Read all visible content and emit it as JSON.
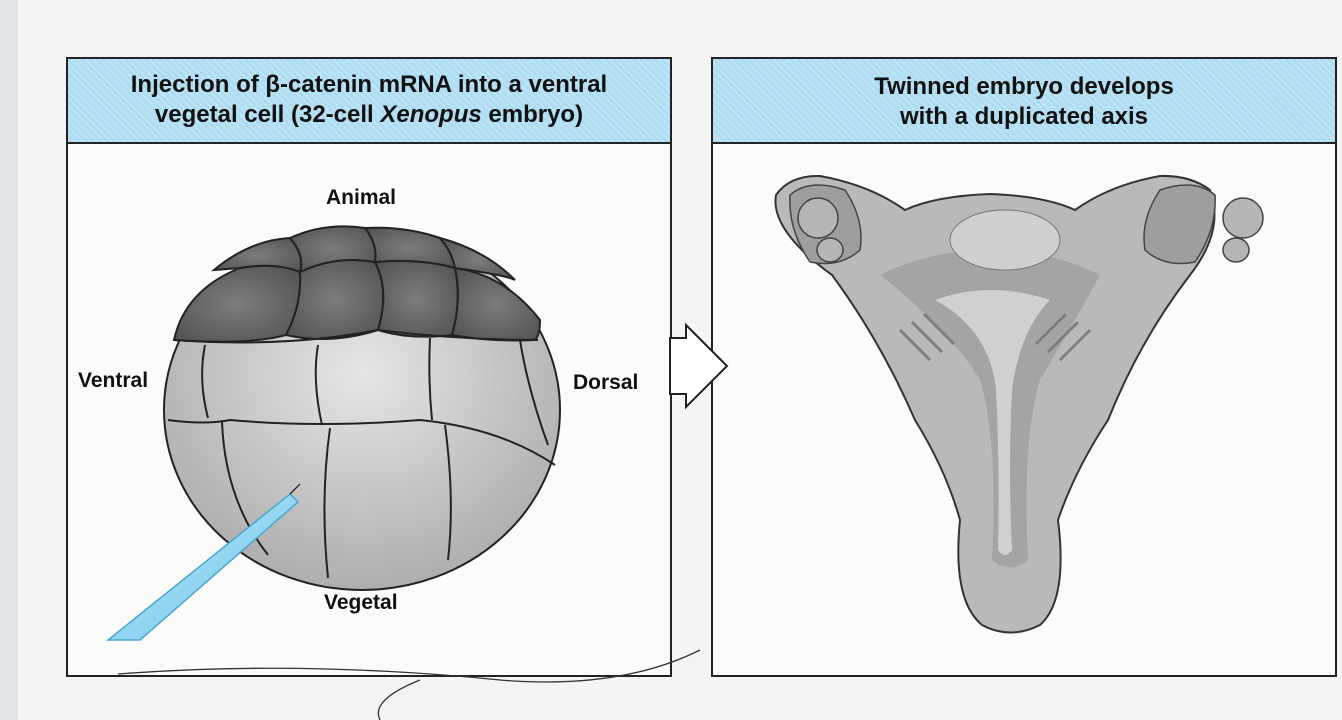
{
  "left_panel": {
    "title_line1": "Injection of β-catenin mRNA into a ventral",
    "title_line2_pre": "vegetal cell (32-cell ",
    "title_line2_italic": "Xenopus",
    "title_line2_post": " embryo)",
    "labels": {
      "animal": "Animal",
      "ventral": "Ventral",
      "dorsal": "Dorsal",
      "vegetal": "Vegetal"
    }
  },
  "right_panel": {
    "title_line1": "Twinned embryo develops",
    "title_line2": "with a duplicated axis"
  },
  "colors": {
    "header_fill": "#aeddf2",
    "animal_cells": "#6f6f6f",
    "vegetal_cells": "#c9c9c9",
    "embryo_body": "#b9b9b9",
    "pipette": "#8fd3ef"
  },
  "icons": {
    "arrow": "right-hollow-arrow"
  }
}
